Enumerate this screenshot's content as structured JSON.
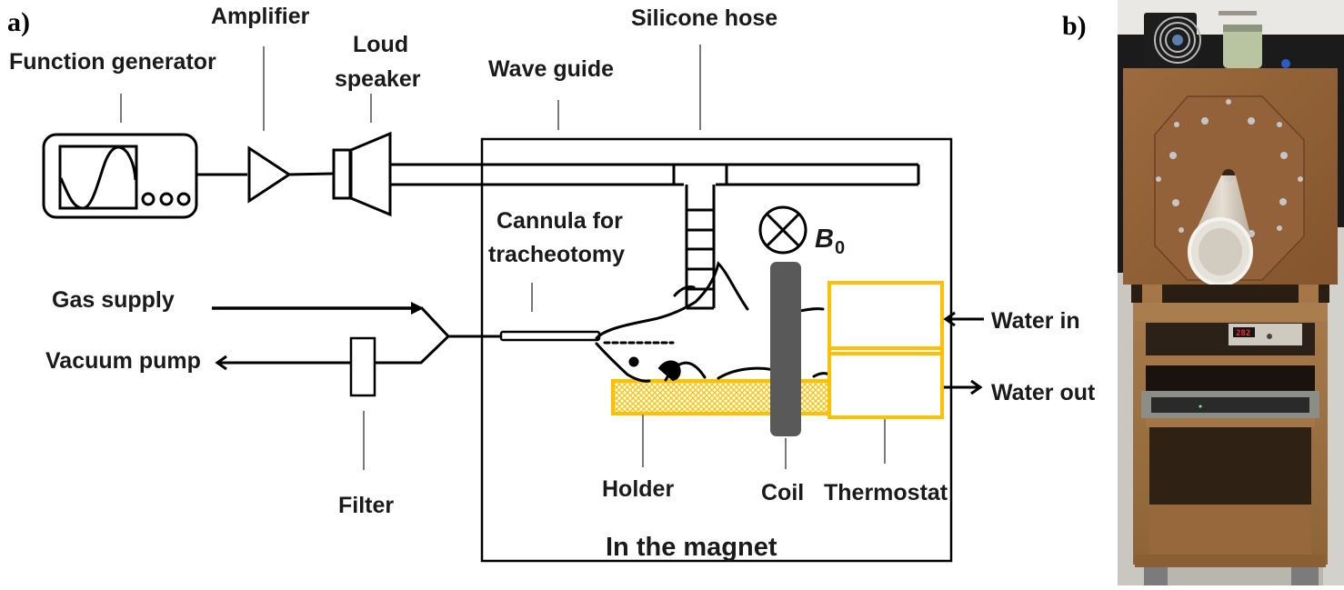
{
  "figure": {
    "panel_a_label": "a)",
    "panel_b_label": "b)",
    "labels": {
      "function_generator": "Function generator",
      "amplifier": "Amplifier",
      "loud_speaker_line1": "Loud",
      "loud_speaker_line2": "speaker",
      "wave_guide": "Wave guide",
      "silicone_hose": "Silicone hose",
      "cannula_line1": "Cannula for",
      "cannula_line2": "tracheotomy",
      "b0_symbol": "B",
      "b0_subscript": "0",
      "gas_supply": "Gas supply",
      "vacuum_pump": "Vacuum pump",
      "filter": "Filter",
      "water_in": "Water in",
      "water_out": "Water out",
      "holder": "Holder",
      "coil": "Coil",
      "thermostat": "Thermostat",
      "in_the_magnet": "In the magnet"
    },
    "colors": {
      "holder_and_thermostat": "#ffc000",
      "coil": "#595959",
      "leader_lines": "#7a7a7a",
      "cabinet_wood": "#9a6a3c"
    },
    "photo": {
      "description": "Wooden cabinet setup with fan, reservoir, octagonal panel with clear cone, display unit and amplifier rack",
      "display_readout": "282"
    }
  }
}
